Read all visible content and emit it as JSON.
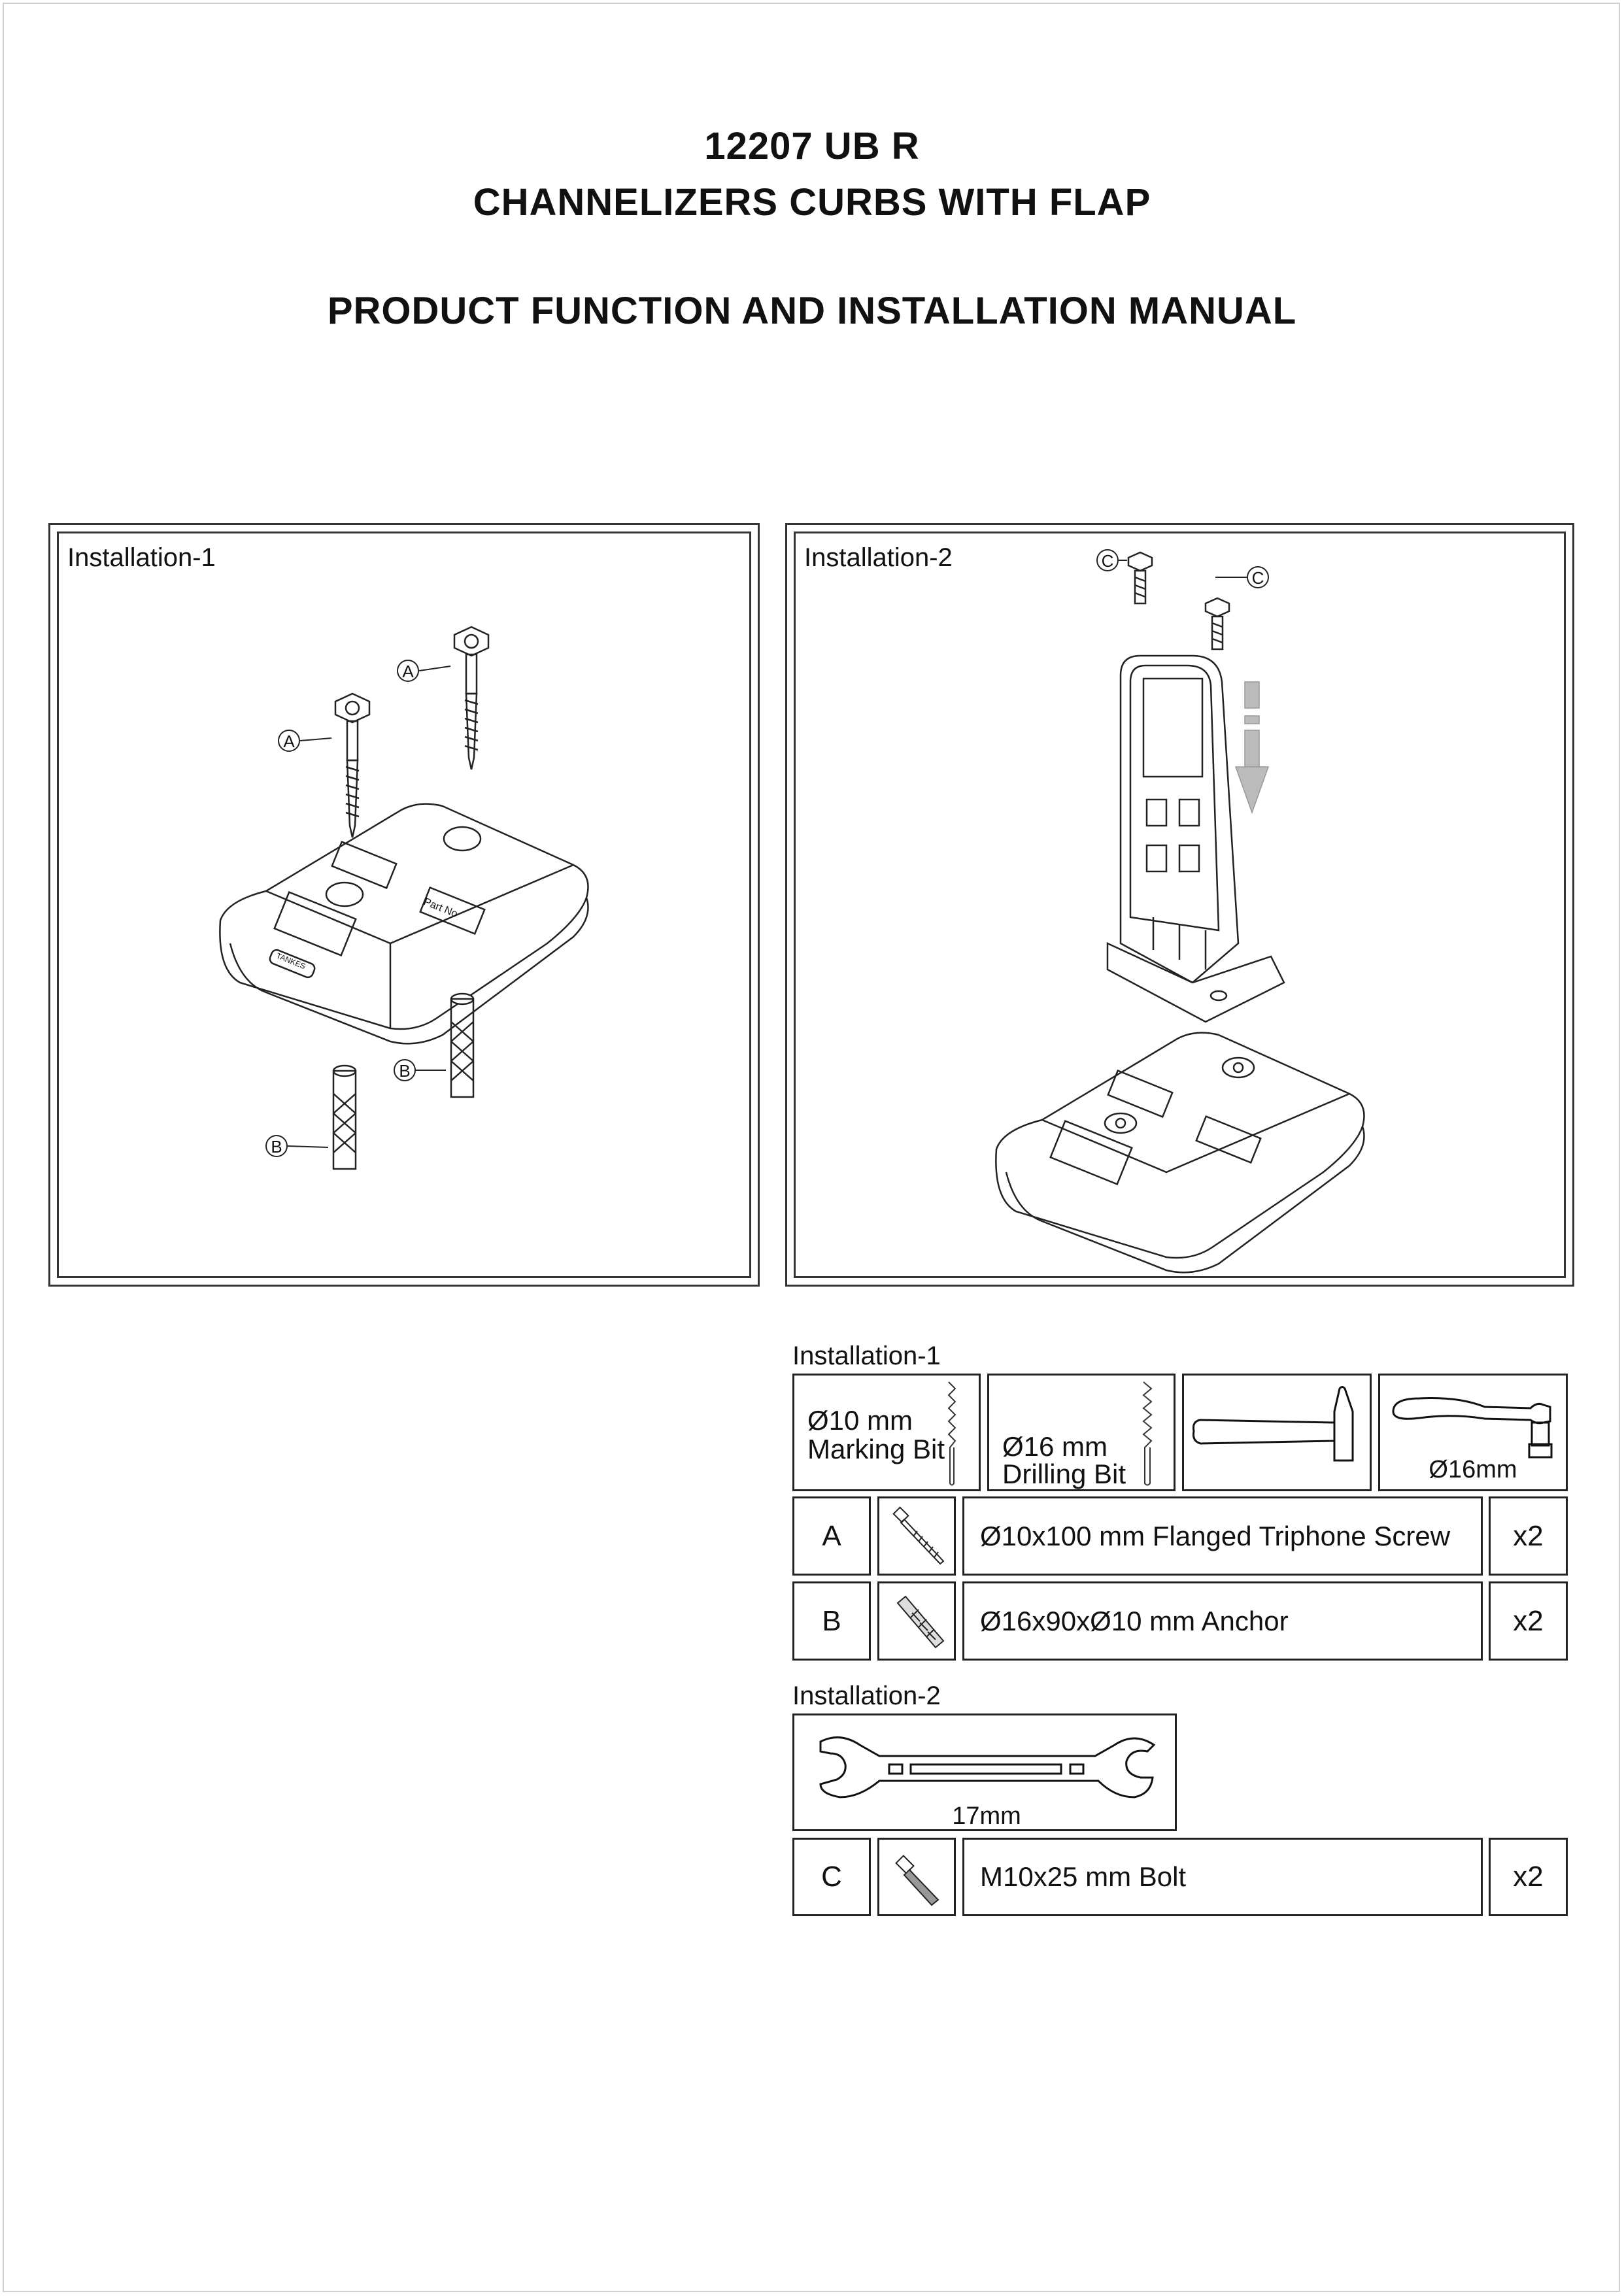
{
  "header": {
    "model": "12207 UB R",
    "product": "CHANNELIZERS CURBS WITH FLAP",
    "manual_title": "PRODUCT FUNCTION AND INSTALLATION MANUAL"
  },
  "panels": [
    {
      "label": "Installation-1",
      "callouts": [
        "A",
        "A",
        "B",
        "B"
      ],
      "curb_labels": {
        "brand": "TANKES",
        "part": "Part No"
      }
    },
    {
      "label": "Installation-2",
      "callouts": [
        "C",
        "C"
      ]
    }
  ],
  "tools_section_1": {
    "label": "Installation-1",
    "tools": [
      {
        "line1": "Ø10 mm",
        "line2": "Marking Bit",
        "icon": "drill-bit-icon"
      },
      {
        "line1": "Ø16 mm",
        "line2": "Drilling Bit",
        "icon": "drill-bit-icon"
      },
      {
        "icon": "hammer-icon"
      },
      {
        "caption": "Ø16mm",
        "icon": "ratchet-wrench-icon"
      }
    ],
    "parts": [
      {
        "letter": "A",
        "icon": "screw-icon",
        "description": "Ø10x100 mm Flanged Triphone Screw",
        "qty": "x2"
      },
      {
        "letter": "B",
        "icon": "anchor-icon",
        "description": "Ø16x90xØ10 mm Anchor",
        "qty": "x2"
      }
    ]
  },
  "tools_section_2": {
    "label": "Installation-2",
    "tools": [
      {
        "caption": "17mm",
        "icon": "open-end-wrench-icon"
      }
    ],
    "parts": [
      {
        "letter": "C",
        "icon": "bolt-icon",
        "description": "M10x25 mm Bolt",
        "qty": "x2"
      }
    ]
  }
}
